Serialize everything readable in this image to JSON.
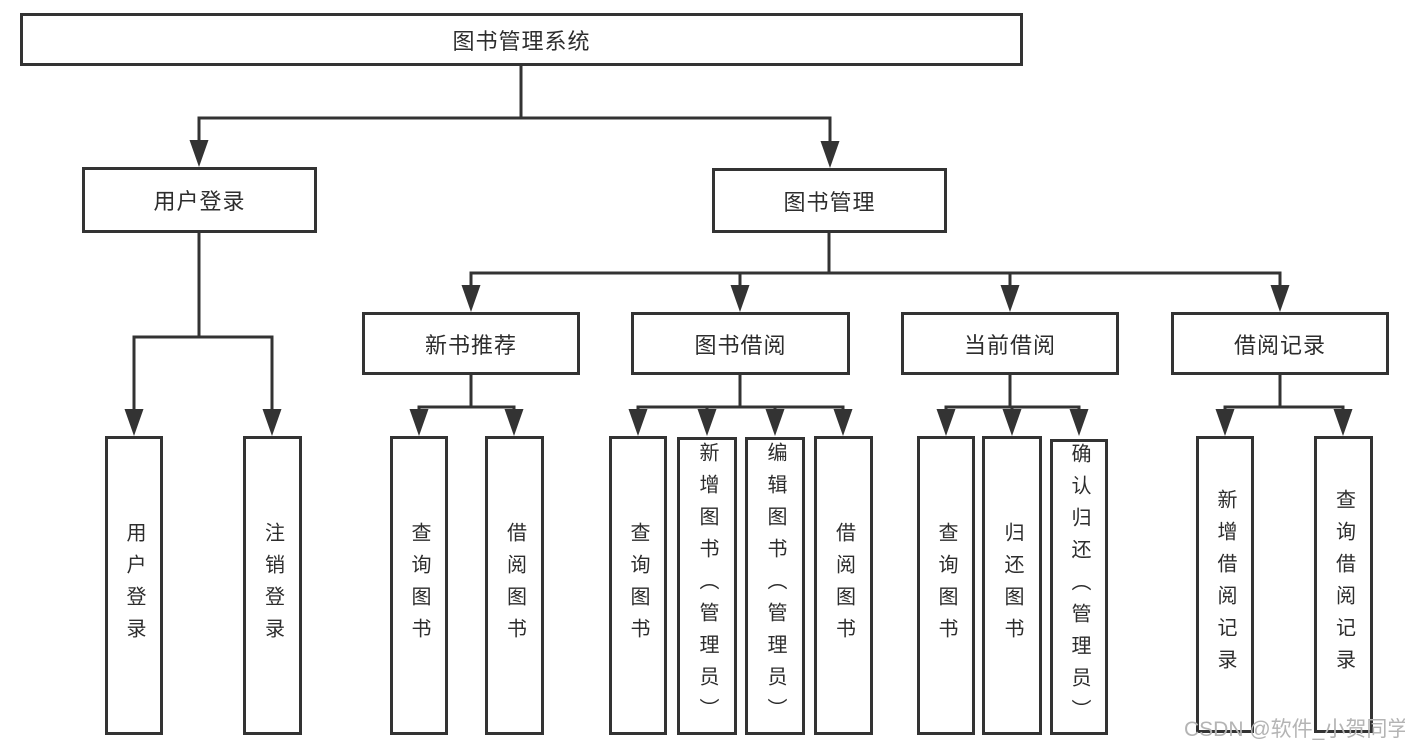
{
  "colors": {
    "line": "#333333",
    "text": "#2d2d2d",
    "watermark": "#b4b4b4",
    "background": "#ffffff"
  },
  "watermark": "CSDN @软件_小贺同学",
  "tree": {
    "root": "图书管理系统",
    "user_login": {
      "label": "用户登录",
      "children": [
        "用户登录",
        "注销登录"
      ]
    },
    "book_management": {
      "label": "图书管理",
      "groups": [
        {
          "label": "新书推荐",
          "children": [
            "查询图书",
            "借阅图书"
          ]
        },
        {
          "label": "图书借阅",
          "children": [
            "查询图书",
            "新增图书（管理员）",
            "编辑图书（管理员）",
            "借阅图书"
          ]
        },
        {
          "label": "当前借阅",
          "children": [
            "查询图书",
            "归还图书",
            "确认归还（管理员）"
          ]
        },
        {
          "label": "借阅记录",
          "children": [
            "新增借阅记录",
            "查询借阅记录"
          ]
        }
      ]
    }
  }
}
